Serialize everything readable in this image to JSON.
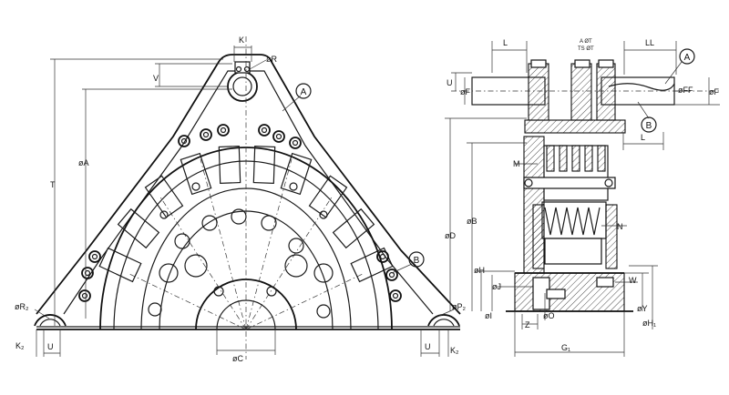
{
  "labels": {
    "K": "K",
    "R": "øR",
    "V": "V",
    "A_dim": "øA",
    "T": "T",
    "R2_left": "øR₂",
    "K2_left": "K₂",
    "U_left": "U",
    "C": "øC",
    "U_right": "U",
    "K2_right": "K₂",
    "P2": "øP₂",
    "callout_A_left": "A",
    "callout_B_left": "B",
    "L_top": "L",
    "LL": "LL",
    "U_side": "U",
    "F_left": "øF",
    "FF": "øFF",
    "F_right": "øF",
    "callout_A_right": "A",
    "callout_B_right": "B",
    "L_mid": "L",
    "D": "øD",
    "B_dim": "øB",
    "M": "M",
    "N": "N",
    "H": "øH",
    "J": "øJ",
    "I": "øI",
    "Z": "Z",
    "O": "øO",
    "W": "W",
    "Y": "øY",
    "H1": "øH₁",
    "G1": "G₁",
    "tiny_top": "A  ØT",
    "tiny_bot": "TS  ØT"
  }
}
